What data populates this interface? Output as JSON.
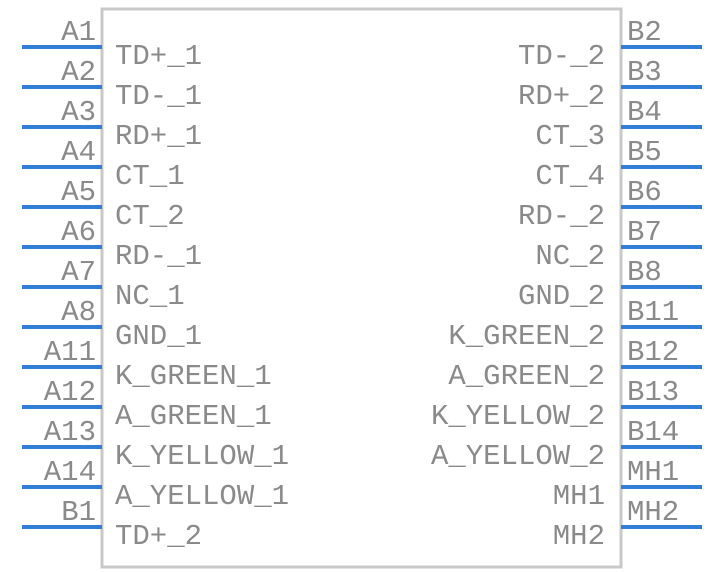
{
  "component": {
    "colors": {
      "body_stroke": "#c8c8c8",
      "pin_line": "#2f7fd8",
      "text": "#8a8a8a",
      "background": "#ffffff"
    },
    "left_pins": [
      {
        "number": "A1",
        "label": "TD+_1"
      },
      {
        "number": "A2",
        "label": "TD-_1"
      },
      {
        "number": "A3",
        "label": "RD+_1"
      },
      {
        "number": "A4",
        "label": "CT_1"
      },
      {
        "number": "A5",
        "label": "CT_2"
      },
      {
        "number": "A6",
        "label": "RD-_1"
      },
      {
        "number": "A7",
        "label": "NC_1"
      },
      {
        "number": "A8",
        "label": "GND_1"
      },
      {
        "number": "A11",
        "label": "K_GREEN_1"
      },
      {
        "number": "A12",
        "label": "A_GREEN_1"
      },
      {
        "number": "A13",
        "label": "K_YELLOW_1"
      },
      {
        "number": "A14",
        "label": "A_YELLOW_1"
      },
      {
        "number": "B1",
        "label": "TD+_2"
      }
    ],
    "right_pins": [
      {
        "number": "B2",
        "label": "TD-_2"
      },
      {
        "number": "B3",
        "label": "RD+_2"
      },
      {
        "number": "B4",
        "label": "CT_3"
      },
      {
        "number": "B5",
        "label": "CT_4"
      },
      {
        "number": "B6",
        "label": "RD-_2"
      },
      {
        "number": "B7",
        "label": "NC_2"
      },
      {
        "number": "B8",
        "label": "GND_2"
      },
      {
        "number": "B11",
        "label": "K_GREEN_2"
      },
      {
        "number": "B12",
        "label": "A_GREEN_2"
      },
      {
        "number": "B13",
        "label": "K_YELLOW_2"
      },
      {
        "number": "B14",
        "label": "A_YELLOW_2"
      },
      {
        "number": "MH1",
        "label": "MH1"
      },
      {
        "number": "MH2",
        "label": "MH2"
      }
    ]
  }
}
